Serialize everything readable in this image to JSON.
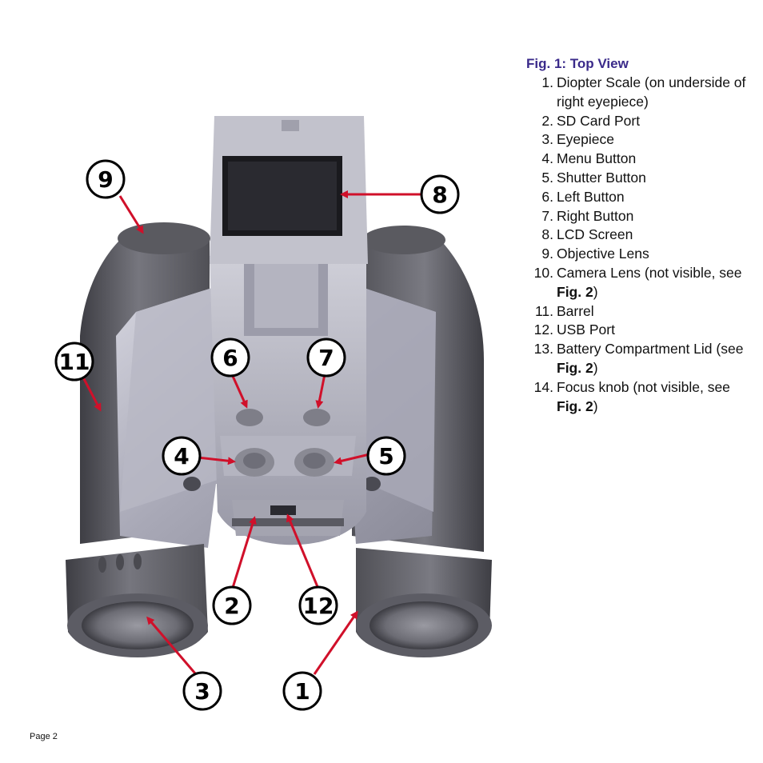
{
  "figure": {
    "title": "Fig. 1: Top View",
    "items": [
      {
        "num": "1.",
        "parts": [
          {
            "t": "Diopter Scale (on underside of right eyepiece)"
          }
        ]
      },
      {
        "num": "2.",
        "parts": [
          {
            "t": "SD Card Port"
          }
        ]
      },
      {
        "num": "3.",
        "parts": [
          {
            "t": "Eyepiece"
          }
        ]
      },
      {
        "num": "4.",
        "parts": [
          {
            "t": "Menu Button"
          }
        ]
      },
      {
        "num": "5.",
        "parts": [
          {
            "t": "Shutter Button"
          }
        ]
      },
      {
        "num": "6.",
        "parts": [
          {
            "t": "Left Button"
          }
        ]
      },
      {
        "num": "7.",
        "parts": [
          {
            "t": "Right Button"
          }
        ]
      },
      {
        "num": "8.",
        "parts": [
          {
            "t": "LCD Screen"
          }
        ]
      },
      {
        "num": "9.",
        "parts": [
          {
            "t": "Objective Lens"
          }
        ]
      },
      {
        "num": "10.",
        "parts": [
          {
            "t": "Camera Lens (not visible, see "
          },
          {
            "t": "Fig. 2",
            "b": true
          },
          {
            "t": ")"
          }
        ]
      },
      {
        "num": "11.",
        "parts": [
          {
            "t": "Barrel"
          }
        ]
      },
      {
        "num": "12.",
        "parts": [
          {
            "t": "USB Port"
          }
        ]
      },
      {
        "num": "13.",
        "parts": [
          {
            "t": "Battery Compartment Lid (see "
          },
          {
            "t": "Fig. 2",
            "b": true
          },
          {
            "t": ")"
          }
        ]
      },
      {
        "num": "14.",
        "parts": [
          {
            "t": "Focus knob (not visible, see "
          },
          {
            "t": "Fig. 2",
            "b": true
          },
          {
            "t": ")"
          }
        ]
      }
    ]
  },
  "callouts": {
    "c1": "1",
    "c2": "2",
    "c3": "3",
    "c4": "4",
    "c5": "5",
    "c6": "6",
    "c7": "7",
    "c8": "8",
    "c9": "9",
    "c11": "11",
    "c12": "12"
  },
  "footer": {
    "page_label": "Page 2"
  },
  "colors": {
    "title": "#3a2a8a",
    "arrow": "#d0102a",
    "body_silver": "#b8b8c4",
    "rubber_gray": "#6e6e74"
  }
}
